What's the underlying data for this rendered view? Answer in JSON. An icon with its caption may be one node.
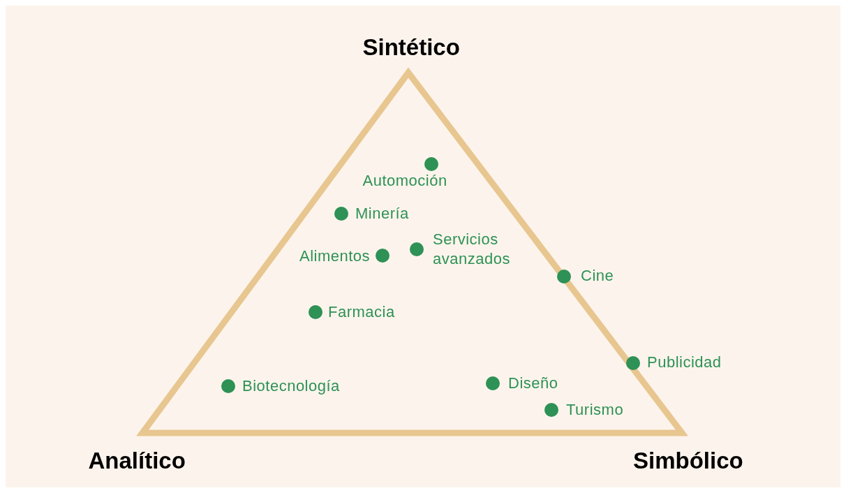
{
  "diagram": {
    "labels": [
      "Sintético",
      "Automoción",
      "Minería",
      "Servicios avanzados",
      "Alimentos",
      "Cine",
      "Farmacia",
      "Publicidad",
      "Diseño",
      "Biotecnología",
      "Turismo",
      "Analítico",
      "Simbólico"
    ]
  }
}
